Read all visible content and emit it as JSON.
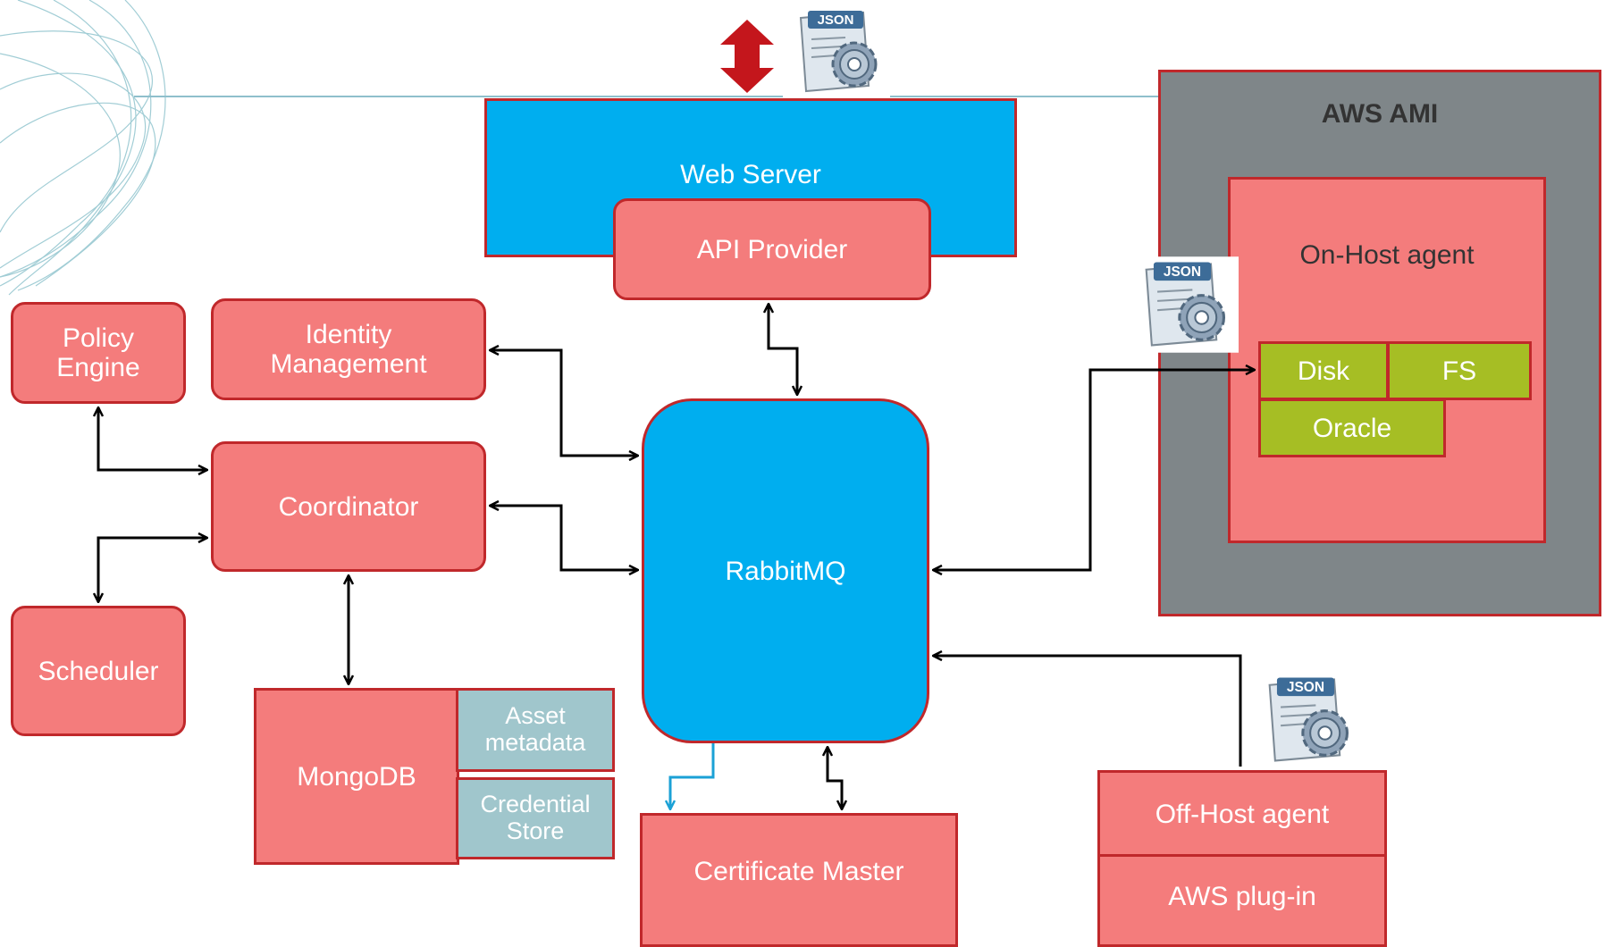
{
  "nodes": {
    "web_server": "Web Server",
    "api_provider": "API Provider",
    "policy_engine": "Policy\nEngine",
    "identity_management": "Identity\nManagement",
    "coordinator": "Coordinator",
    "scheduler": "Scheduler",
    "mongodb": "MongoDB",
    "asset_metadata": "Asset\nmetadata",
    "credential_store": "Credential\nStore",
    "rabbitmq": "RabbitMQ",
    "certificate_master": "Certificate Master",
    "aws_ami": "AWS AMI",
    "on_host_agent": "On-Host agent",
    "disk": "Disk",
    "fs": "FS",
    "oracle": "Oracle",
    "off_host_agent": "Off-Host agent",
    "aws_plugin": "AWS plug-in"
  },
  "icons": {
    "json_label": "JSON",
    "icon_name": "json-config-icon"
  },
  "colors": {
    "red_fill": "#f47c7c",
    "red_border": "#c0282b",
    "blue": "#00aeef",
    "green": "#a6be24",
    "teal": "#a0c6cc",
    "gray": "#7f8689"
  }
}
